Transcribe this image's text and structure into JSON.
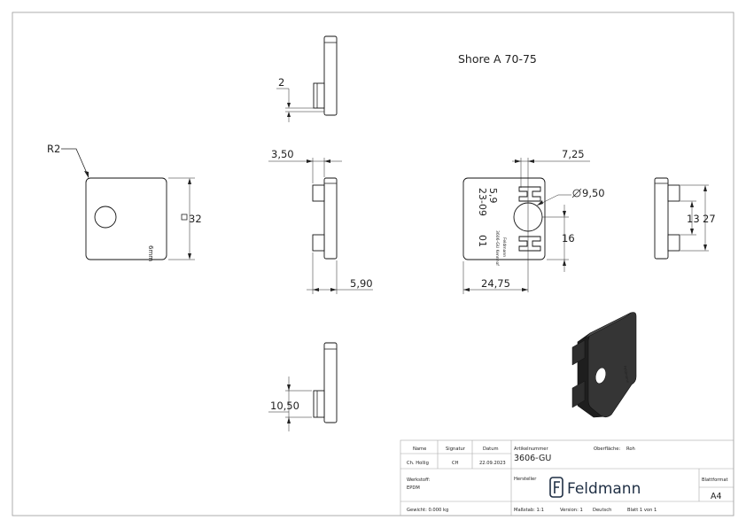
{
  "note": "Shore A 70-75",
  "dimensions": {
    "radius": "R2",
    "square_size": "32",
    "groove_depth": "2",
    "offset_left": "3,50",
    "base_depth": "5,90",
    "offset_right": "7,25",
    "hole_diameter": "9,50",
    "hole_center_v": "16",
    "hole_center_h": "24,75",
    "lip_spacing_inner": "13",
    "lip_spacing_outer": "27",
    "lip_height": "10,50"
  },
  "engraving": {
    "line1": "5,9",
    "line2": "23-09",
    "line3": "01",
    "brand": "Feldmann",
    "code": "3606-GU Kennhof",
    "side_mark": "6mm"
  },
  "title_block": {
    "headers": {
      "name": "Name",
      "signature": "Signatur",
      "date": "Datum"
    },
    "drafter": {
      "name": "Ch. Hollig",
      "signature": "CH",
      "date": "22.09.2023"
    },
    "article_label": "Artikelnummer",
    "article_number": "3606-GU",
    "surface_label": "Oberfläche:",
    "surface_value": "Roh",
    "material_label": "Werkstoff:",
    "material_value": "EPDM",
    "manufacturer_label": "Hersteller",
    "logo_text": "Feldmann",
    "format_label": "Blattformat",
    "format_value": "A4",
    "weight": "Gewicht: 0.000 kg",
    "scale": "Maßstab: 1:1",
    "version": "Version: 1",
    "language": "Deutsch",
    "sheet": "Blatt 1 von 1"
  }
}
